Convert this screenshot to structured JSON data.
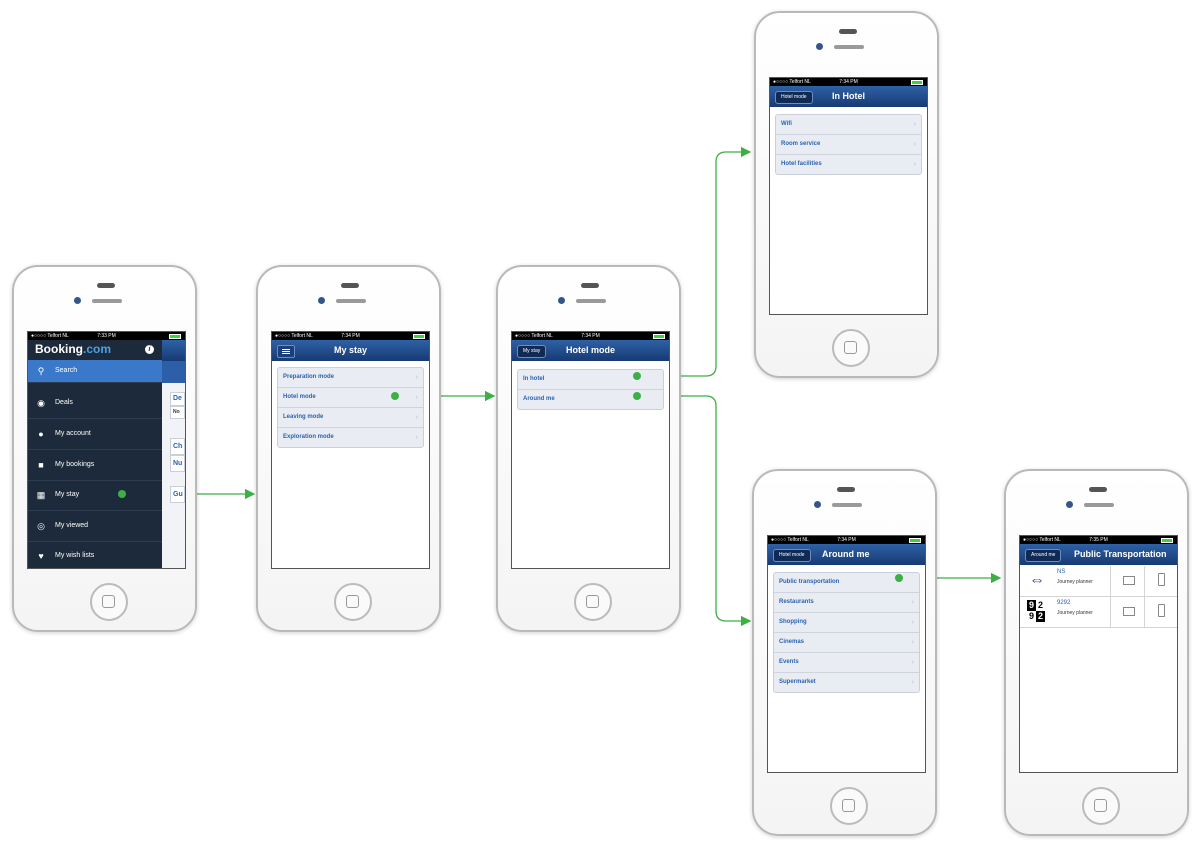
{
  "screens": {
    "menu": {
      "status": {
        "carrier": "●○○○○ Telfort NL",
        "time": "7:33 PM"
      },
      "logo_main": "Booking",
      "logo_suffix": ".com",
      "items": [
        {
          "label": "Search",
          "icon": "search-icon"
        },
        {
          "label": "Deals",
          "icon": "deals-icon"
        },
        {
          "label": "My account",
          "icon": "account-icon"
        },
        {
          "label": "My bookings",
          "icon": "briefcase-icon"
        },
        {
          "label": "My stay",
          "icon": "hotel-icon"
        },
        {
          "label": "My viewed",
          "icon": "eye-icon"
        },
        {
          "label": "My wish lists",
          "icon": "heart-icon"
        }
      ],
      "peek_labels": [
        "De",
        "No",
        "Ch",
        "Nu",
        "Gu"
      ]
    },
    "my_stay": {
      "status": {
        "carrier": "●○○○○ Telfort NL",
        "time": "7:34 PM"
      },
      "title": "My stay",
      "rows": [
        "Preparation mode",
        "Hotel mode",
        "Leaving mode",
        "Exploration mode"
      ]
    },
    "hotel_mode": {
      "status": {
        "carrier": "●○○○○ Telfort NL",
        "time": "7:34 PM"
      },
      "back": "My stay",
      "title": "Hotel mode",
      "rows": [
        "In hotel",
        "Around me"
      ]
    },
    "in_hotel": {
      "status": {
        "carrier": "●○○○○ Telfort NL",
        "time": "7:34 PM"
      },
      "back": "Hotel mode",
      "title": "In Hotel",
      "rows": [
        "Wifi",
        "Room service",
        "Hotel facilities"
      ]
    },
    "around_me": {
      "status": {
        "carrier": "●○○○○ Telfort NL",
        "time": "7:34 PM"
      },
      "back": "Hotel mode",
      "title": "Around me",
      "rows": [
        "Public transportation",
        "Restaurants",
        "Shopping",
        "Cinemas",
        "Events",
        "Supermarket"
      ]
    },
    "public_transport": {
      "status": {
        "carrier": "●○○○○ Telfort NL",
        "time": "7:35 PM"
      },
      "back": "Around me",
      "title": "Public Transportation",
      "items": [
        {
          "name": "NS",
          "sub": "Journey planner"
        },
        {
          "name": "9292",
          "sub": "Journey planner"
        }
      ],
      "logo_9292": [
        "9",
        "2",
        "9",
        "2"
      ]
    }
  },
  "colors": {
    "arrow": "#3cb044",
    "navbar": "#1f4a8c",
    "link": "#2a63b0"
  }
}
